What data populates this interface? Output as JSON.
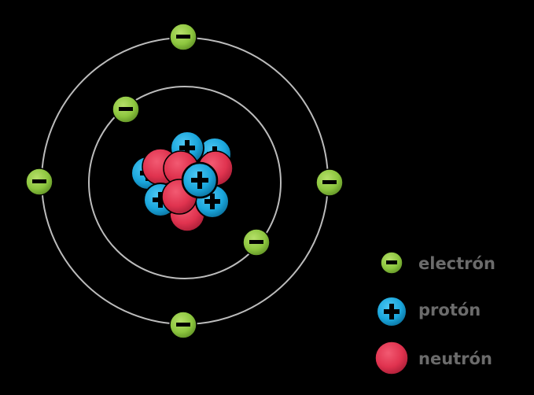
{
  "colors": {
    "background": "#000000",
    "orbit": "#bcbcbc",
    "electron": "#8dc63f",
    "electron_dark": "#5e8f25",
    "proton": "#1aa6dc",
    "proton_dark": "#0a6e9a",
    "neutron": "#e0334f",
    "neutron_dark": "#a81d36",
    "legend_text": "#6b6b6b"
  },
  "icons": {
    "electron": "minus-sign-icon",
    "proton": "plus-sign-icon",
    "neutron": "plain-circle-icon"
  },
  "legend": {
    "electron_label": "electrón",
    "proton_label": "protón",
    "neutron_label": "neutrón"
  }
}
